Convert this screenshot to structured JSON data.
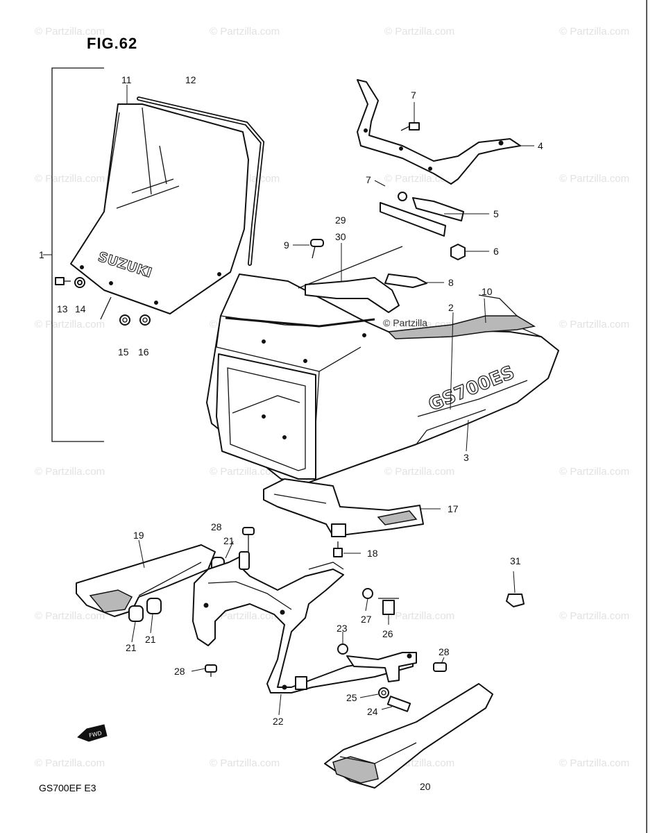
{
  "figure": {
    "title": "FIG.62",
    "model_code": "GS700EF  E3",
    "windshield_text": "SUZUKI",
    "fairing_text": "GS700ES"
  },
  "watermark": "© Partzilla.com",
  "watermark_short": "© Partzilla",
  "callouts": [
    "1",
    "2",
    "3",
    "4",
    "5",
    "6",
    "7",
    "7",
    "8",
    "9",
    "10",
    "11",
    "12",
    "13",
    "14",
    "15",
    "16",
    "17",
    "18",
    "19",
    "20",
    "21",
    "21",
    "21",
    "22",
    "23",
    "24",
    "25",
    "26",
    "27",
    "28",
    "28",
    "28",
    "29",
    "30",
    "31"
  ],
  "icons": {
    "front_arrow": "fwd-arrow-icon"
  }
}
